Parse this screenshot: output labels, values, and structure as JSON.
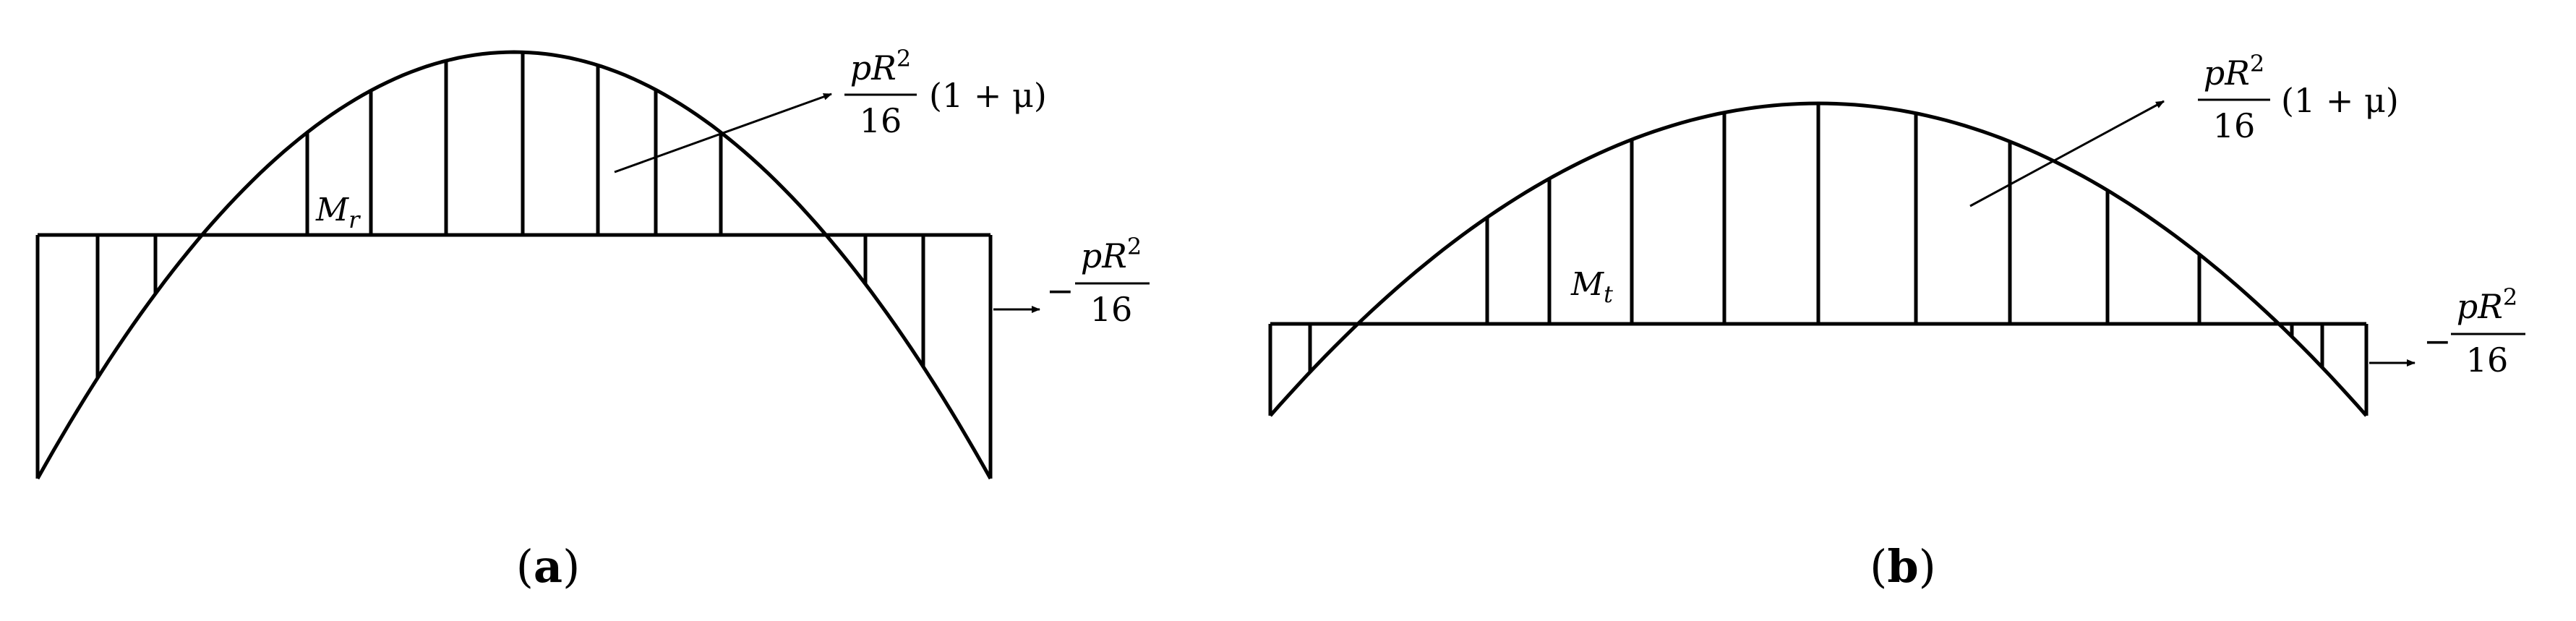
{
  "panels": [
    {
      "id": "a",
      "caption_open": "(",
      "caption_letter": "a",
      "caption_close": ")",
      "moment_symbol": "M",
      "moment_subscript": "r",
      "max_label": {
        "num_p": "p",
        "num_R": "R",
        "num_exp": "2",
        "den": "16",
        "tail": "(1 + μ)"
      },
      "edge_label": {
        "sign": "−",
        "num_p": "p",
        "num_R": "R",
        "num_exp": "2",
        "den": "16"
      }
    },
    {
      "id": "b",
      "caption_open": "(",
      "caption_letter": "b",
      "caption_close": ")",
      "moment_symbol": "M",
      "moment_subscript": "t",
      "max_label": {
        "num_p": "p",
        "num_R": "R",
        "num_exp": "2",
        "den": "16",
        "tail": "(1 + μ)"
      },
      "edge_label": {
        "sign": "−",
        "num_p": "p",
        "num_R": "R",
        "num_exp": "2",
        "den": "16"
      }
    }
  ],
  "colors": {
    "stroke": "#000000",
    "background": "#ffffff"
  }
}
